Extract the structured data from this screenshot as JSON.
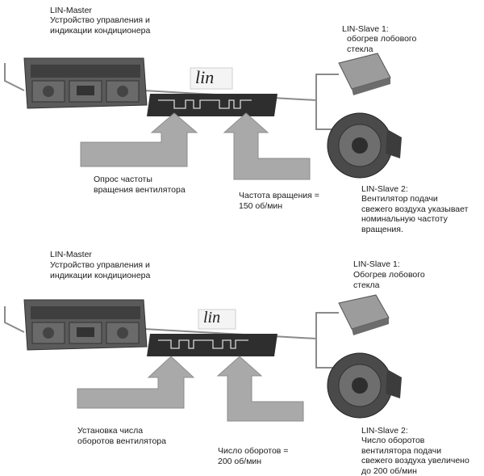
{
  "panel_top": {
    "master_title": "LIN-Master",
    "master_desc": "Устройство управления и\nиндикации кондиционера",
    "slave1_title": "LIN-Slave 1:",
    "slave1_desc": "обогрев лобового\nстекла",
    "left_arrow_label": "Опрос частоты\nвращения вентилятора",
    "right_arrow_label": "Частота вращения =\n150 об/мин",
    "slave2_title": "LIN-Slave 2:",
    "slave2_desc": "Вентилятор подачи\nсвежего воздуха указывает\nноминальную частоту\nвращения.",
    "lin_logo": "lin"
  },
  "panel_bottom": {
    "master_title": "LIN-Master",
    "master_desc": "Устройство управления и\nиндикации кондиционера",
    "slave1_title": "LIN-Slave 1:",
    "slave1_desc": "Обогрев лобового\nстекла",
    "left_arrow_label": "Установка числа\nоборотов вентилятора",
    "right_arrow_label": "Число оборотов =\n200 об/мин",
    "slave2_title": "LIN-Slave 2:",
    "slave2_desc": "Число оборотов\nвентилятора подачи\nсвежего воздуха увеличено\nдо 200 об/мин",
    "lin_logo": "lin"
  },
  "colors": {
    "arrow": "#a9a9a9",
    "device": "#505050",
    "signal_bar": "#2e2e2e",
    "wire": "#8a8a8a"
  }
}
